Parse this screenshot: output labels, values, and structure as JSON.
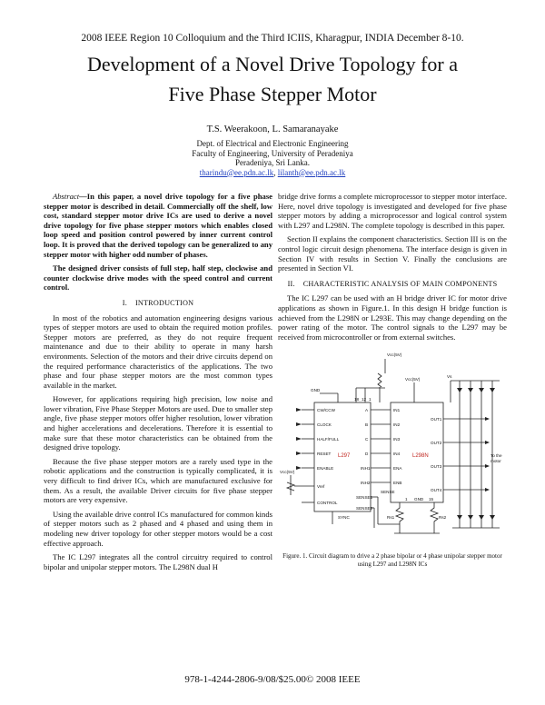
{
  "header": "2008 IEEE Region 10 Colloquium and the Third ICIIS, Kharagpur, INDIA December 8-10.",
  "title_line1": "Development of a Novel Drive Topology for a",
  "title_line2": "Five Phase Stepper Motor",
  "authors": "T.S. Weerakoon, L. Samaranayake",
  "affiliation": {
    "dept": "Dept. of Electrical and Electronic Engineering",
    "faculty": "Faculty of Engineering, University of Peradeniya",
    "city": "Peradeniya, Sri Lanka.",
    "email1": "tharindu@ee.pdn.ac.lk",
    "sep": ",",
    "email2": "lilanth@ee.pdn.ac.lk"
  },
  "abstract": {
    "label": "Abstract",
    "text": "—In this paper, a novel drive topology for a five phase stepper motor is described in detail. Commercially off the shelf, low cost, standard stepper motor drive ICs are used to derive a novel drive topology for five phase stepper motors which enables closed loop speed and position control powered by inner current control loop. It is proved that the derived topology can be generalized to any stepper motor with higher odd number of phases.",
    "para2": "The designed driver consists of full step, half step, clockwise and counter clockwise drive modes with the speed control and current control."
  },
  "section1": {
    "heading": "I.    INTRODUCTION",
    "p1": "In most of the robotics and automation engineering designs various types of stepper motors are used to obtain the required motion profiles. Stepper motors are preferred, as they do not require frequent maintenance and due to their ability to operate in many harsh environments. Selection of the motors and their drive circuits depend on the required performance characteristics of the applications. The two phase and four phase stepper motors are the most common types available in the market.",
    "p2": "However, for applications requiring high precision, low noise and lower vibration, Five Phase Stepper Motors are used. Due to smaller step angle, five phase stepper motors offer higher resolution, lower vibration and higher accelerations and decelerations. Therefore it is essential to make sure that these motor characteristics can be obtained from the designed drive topology.",
    "p3": "Because the five phase stepper motors are a rarely used type in the robotic applications and the construction is typically complicated, it is very difficult to find driver ICs, which are manufactured exclusive for them. As a result, the available Driver circuits for five phase stepper motors are very expensive.",
    "p4": "Using the available drive control ICs manufactured for common kinds of stepper motors such as 2 phased and 4 phased and using them in modeling new driver topology for other stepper motors would be a cost effective approach.",
    "p5": "The IC L297 integrates all the control circuitry required to control bipolar and unipolar stepper motors. The L298N dual H"
  },
  "right_col": {
    "p1": "bridge drive forms a complete microprocessor to stepper motor interface. Here, novel drive topology is investigated and developed for five phase stepper motors by adding a microprocessor and logical control system with L297 and L298N. The complete topology is described in this paper.",
    "p2": "Section II explains the component characteristics. Section III is on the control logic circuit design phenomena. The interface design is given in Section IV with results in Section V. Finally the conclusions are presented in Section VI."
  },
  "section2": {
    "heading": "II.    CHARACTERISTIC ANALYSIS OF MAIN COMPONENTS",
    "p1": "The IC L297 can be used with an H bridge driver IC for motor drive applications as shown in Figure.1. In this design H bridge function is achieved from the L298N or L293E. This may change depending on the power rating of the motor. The control signals to the L297 may be received from microcontroller or from external switches."
  },
  "figure": {
    "caption": "Figure. 1. Circuit diagram to drive a 2 phase bipolar or 4 phase unipolar stepper motor using L297 and L298N ICs",
    "vcc_top": "Vcc(5V)",
    "gnd": "GND",
    "pins_top": [
      "18",
      "12",
      "1"
    ],
    "l297_left": [
      "CW/CCW",
      "CLOCK",
      "HALF/FULL",
      "RESET",
      "ENABLE",
      "Vref",
      "CONTROL"
    ],
    "l297_right": [
      "A",
      "B",
      "C",
      "D",
      "INH1",
      "INH2",
      "SENSE1",
      "SENSE2"
    ],
    "l297_name": "L297",
    "sync": "SYNC",
    "vcc_left": "Vcc(5V)",
    "vcc_l298": "Vcc(5V)",
    "vs": "Vs",
    "l298_left": [
      "IN1",
      "IN2",
      "IN3",
      "IN4",
      "ENA",
      "ENB",
      "SENSE"
    ],
    "l298_right": [
      "OUT1",
      "OUT2",
      "OUT3",
      "OUT4"
    ],
    "l298_name": "L298N",
    "l298_bottom": [
      "1",
      "GND",
      "15"
    ],
    "rs1": "Rs1",
    "rs2": "Rs2",
    "to_motor_1": "To the",
    "to_motor_2": "motor"
  },
  "footer": "978-1-4244-2806-9/08/$25.00© 2008 IEEE"
}
